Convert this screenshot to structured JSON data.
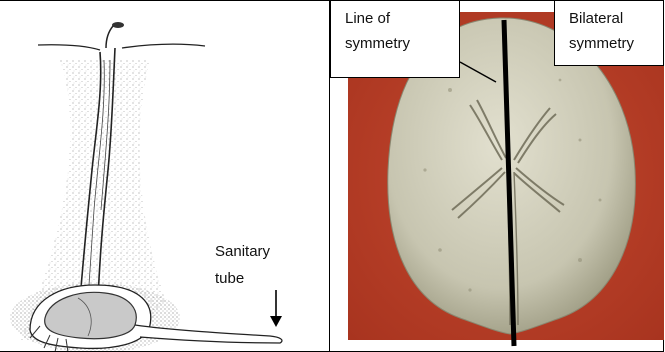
{
  "left_panel": {
    "label": "Sanitary\ntube"
  },
  "right_panel": {
    "background_color": "#b33a26",
    "line_label": "Line of\nsymmetry",
    "bilateral_label": "Bilateral\nsymmetry"
  },
  "colors": {
    "stroke": "#222222",
    "body_fill": "#c9c9c9",
    "shell_fill": "#c7c5b0"
  }
}
